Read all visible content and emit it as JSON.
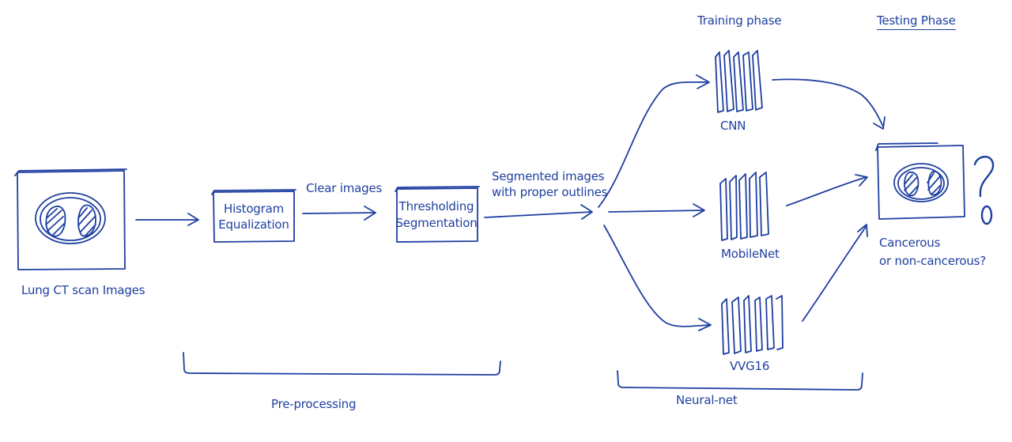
{
  "colors": {
    "ink": "#1e3fa0",
    "background": "#ffffff"
  },
  "input": {
    "label": "Lung CT scan Images"
  },
  "preprocessing": {
    "histogram": [
      "Histogram",
      "Equalization"
    ],
    "clear_images": "Clear images",
    "thresholding": [
      "Thresholding",
      "Segmentation"
    ],
    "segmented": [
      "Segmented images",
      "with proper outlines"
    ],
    "group_label": "Pre-processing"
  },
  "phases": {
    "training": "Training phase",
    "testing": "Testing Phase"
  },
  "models": {
    "cnn": "CNN",
    "mobilenet": "MobileNet",
    "vgg": "VVG16",
    "group_label": "Neural-net"
  },
  "output": {
    "question": [
      "Cancerous",
      "or non-cancerous?"
    ]
  }
}
